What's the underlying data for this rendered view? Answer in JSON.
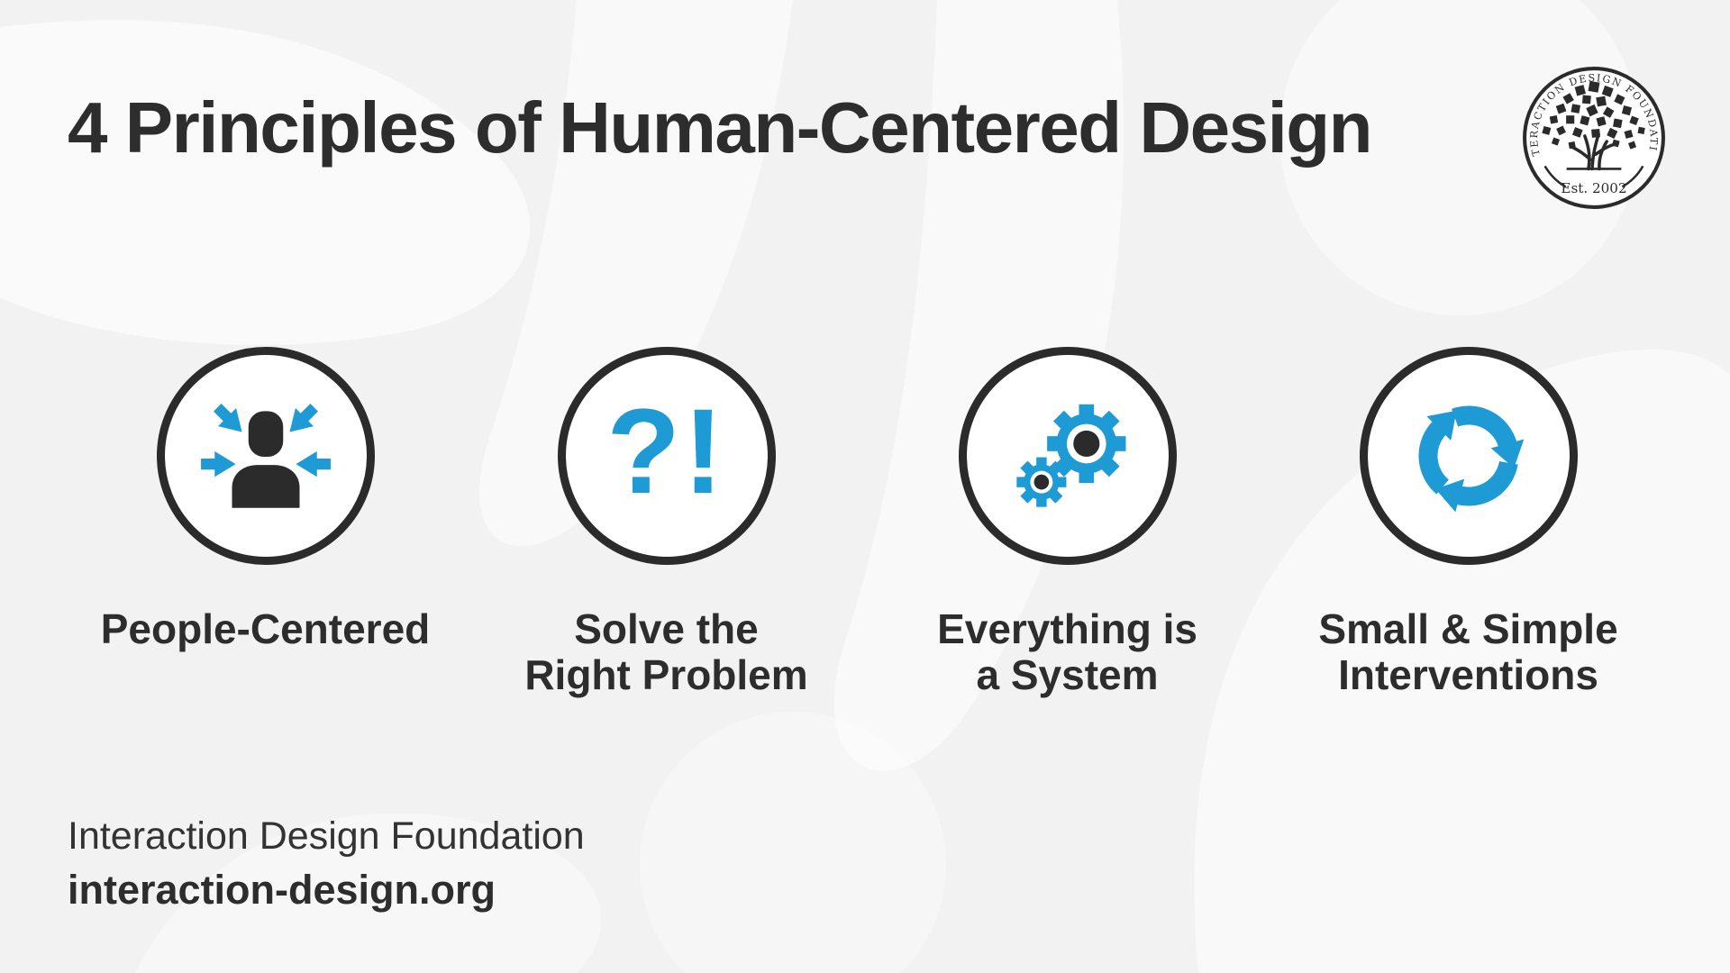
{
  "header": {
    "title": "4 Principles of Human-Centered Design"
  },
  "logo": {
    "arc_text": "INTERACTION DESIGN FOUNDATION",
    "established": "Est. 2002"
  },
  "principles": [
    {
      "icon": "people-centered-icon",
      "line1": "People-Centered",
      "line2": ""
    },
    {
      "icon": "question-exclamation-icon",
      "glyph": "?!",
      "line1": "Solve the",
      "line2": "Right Problem"
    },
    {
      "icon": "gears-icon",
      "line1": "Everything is",
      "line2": "a System"
    },
    {
      "icon": "cycle-arrows-icon",
      "line1": "Small & Simple",
      "line2": "Interventions"
    }
  ],
  "footer": {
    "org_name": "Interaction Design Foundation",
    "website": "interaction-design.org"
  },
  "colors": {
    "accent_blue": "#1e9ad5",
    "ink": "#2b2b2b",
    "background": "#f2f2f2"
  }
}
